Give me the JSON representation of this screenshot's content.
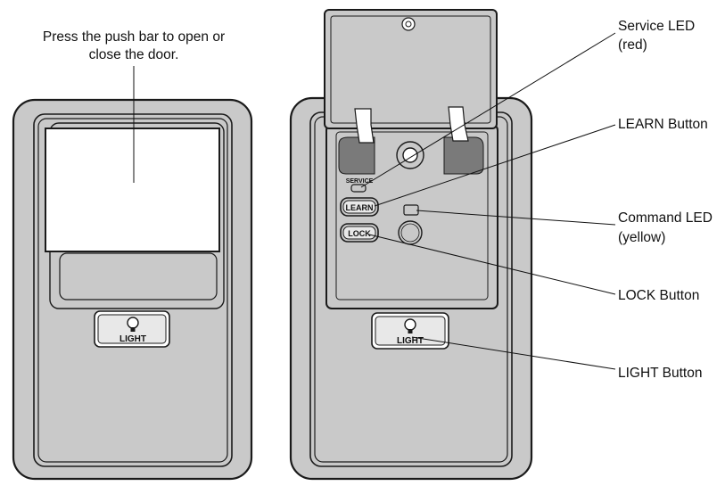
{
  "intro_caption": {
    "line1": "Press the push bar to open or",
    "line2": "close the door."
  },
  "callouts": {
    "service_led": {
      "line1": "Service LED",
      "line2": "(red)"
    },
    "learn_button": {
      "line1": "LEARN Button"
    },
    "command_led": {
      "line1": "Command LED",
      "line2": "(yellow)"
    },
    "lock_button": {
      "line1": "LOCK Button"
    },
    "light_button": {
      "line1": "LIGHT Button"
    }
  },
  "panel_labels": {
    "service": "SERVICE",
    "learn": "LEARN",
    "lock": "LOCK",
    "light_left": "LIGHT",
    "light_right": "LIGHT"
  },
  "icons": [
    "light-bulb-icon",
    "screw-icon"
  ],
  "colors": {
    "body": "#c9c9c9",
    "outline": "#1a1a1a",
    "hinge": "#7a7a7a",
    "push_bar": "#ffffff"
  }
}
